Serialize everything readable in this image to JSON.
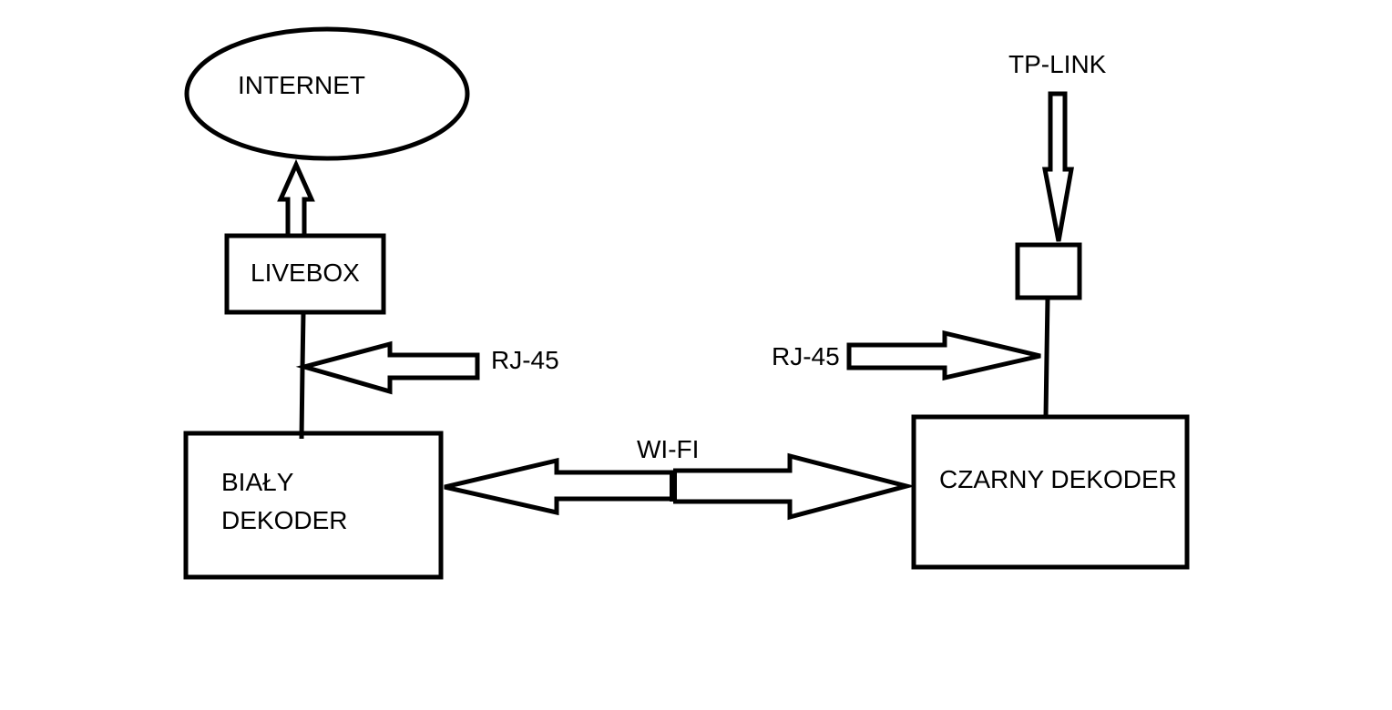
{
  "diagram": {
    "nodes": {
      "internet": {
        "label": "INTERNET",
        "shape": "ellipse"
      },
      "livebox": {
        "label": "LIVEBOX",
        "shape": "box"
      },
      "bialy_dekoder": {
        "label_line1": "BIAŁY",
        "label_line2": "DEKODER",
        "shape": "box"
      },
      "czarny_dekoder": {
        "label": "CZARNY DEKODER",
        "shape": "box"
      },
      "tp_link_box": {
        "label": "",
        "shape": "box"
      }
    },
    "labels": {
      "tp_link": "TP-LINK",
      "rj45_left": "RJ-45",
      "rj45_right": "RJ-45",
      "wifi": "WI-FI"
    },
    "edges": [
      {
        "from": "livebox",
        "to": "internet",
        "type": "hollow-arrow"
      },
      {
        "from": "livebox",
        "to": "bialy_dekoder",
        "type": "line",
        "annotation": "RJ-45"
      },
      {
        "from": "tp_link",
        "to": "tp_link_box",
        "type": "hollow-arrow"
      },
      {
        "from": "tp_link_box",
        "to": "czarny_dekoder",
        "type": "line",
        "annotation": "RJ-45"
      },
      {
        "from": "bialy_dekoder",
        "to": "czarny_dekoder",
        "type": "double-hollow-arrow",
        "annotation": "WI-FI"
      }
    ],
    "stroke_color": "#000000",
    "background": "#ffffff"
  }
}
